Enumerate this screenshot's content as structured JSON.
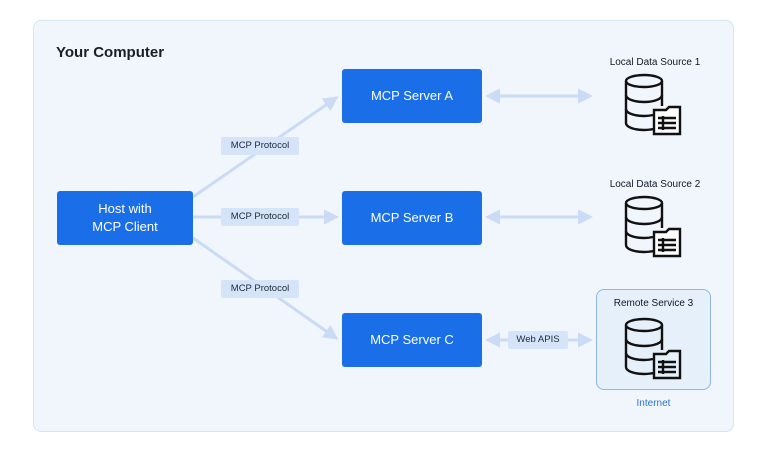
{
  "diagram": {
    "title": "Your Computer",
    "host": {
      "line1": "Host with",
      "line2": "MCP Client"
    },
    "servers": [
      {
        "label": "MCP Server A"
      },
      {
        "label": "MCP Server B"
      },
      {
        "label": "MCP Server C"
      }
    ],
    "protocol_labels": [
      "MCP Protocol",
      "MCP Protocol",
      "MCP Protocol"
    ],
    "web_apis_label": "Web APIS",
    "sources": [
      {
        "label": "Local Data Source 1",
        "icon": "database-icon"
      },
      {
        "label": "Local Data Source 2",
        "icon": "database-icon"
      },
      {
        "label": "Remote Service 3",
        "icon": "database-icon"
      }
    ],
    "internet_label": "Internet"
  },
  "colors": {
    "node_blue": "#1a6fe8",
    "arrow": "#c9dbf5",
    "panel_bg": "#f1f6fc",
    "tag_bg": "#d5e4f8",
    "internet_text": "#2a74d6"
  }
}
